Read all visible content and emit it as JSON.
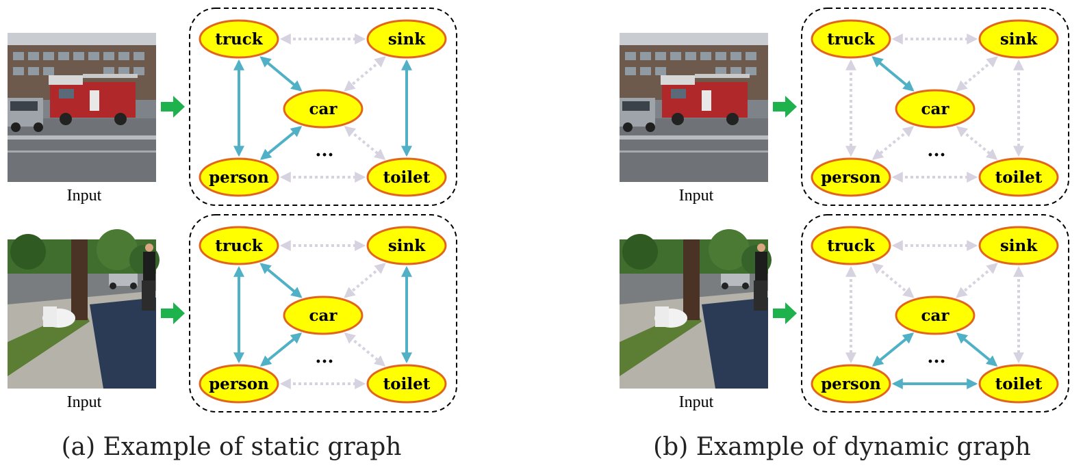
{
  "input_label": "Input",
  "ellipsis": "...",
  "nodes": [
    "truck",
    "sink",
    "car",
    "person",
    "toilet"
  ],
  "colors": {
    "node_fill": "#ffff00",
    "node_stroke": "#e2651d",
    "active_edge": "#4fb0c6",
    "inactive_edge": "#d6d2e0",
    "arrow": "#1db24b",
    "box_stroke": "#000000"
  },
  "panels": [
    {
      "caption": "(a) Example of static graph",
      "graphs": [
        {
          "image": "street-scene-with-fire-truck",
          "active_edges": [
            [
              "truck",
              "person"
            ],
            [
              "truck",
              "car"
            ],
            [
              "car",
              "person"
            ],
            [
              "sink",
              "toilet"
            ]
          ]
        },
        {
          "image": "street-scene-with-toilet-and-person",
          "active_edges": [
            [
              "truck",
              "person"
            ],
            [
              "truck",
              "car"
            ],
            [
              "car",
              "person"
            ],
            [
              "sink",
              "toilet"
            ]
          ]
        }
      ]
    },
    {
      "caption": "(b) Example of dynamic graph",
      "graphs": [
        {
          "image": "street-scene-with-fire-truck",
          "active_edges": [
            [
              "truck",
              "car"
            ]
          ]
        },
        {
          "image": "street-scene-with-toilet-and-person",
          "active_edges": [
            [
              "car",
              "person"
            ],
            [
              "car",
              "toilet"
            ],
            [
              "person",
              "toilet"
            ]
          ]
        }
      ]
    }
  ]
}
